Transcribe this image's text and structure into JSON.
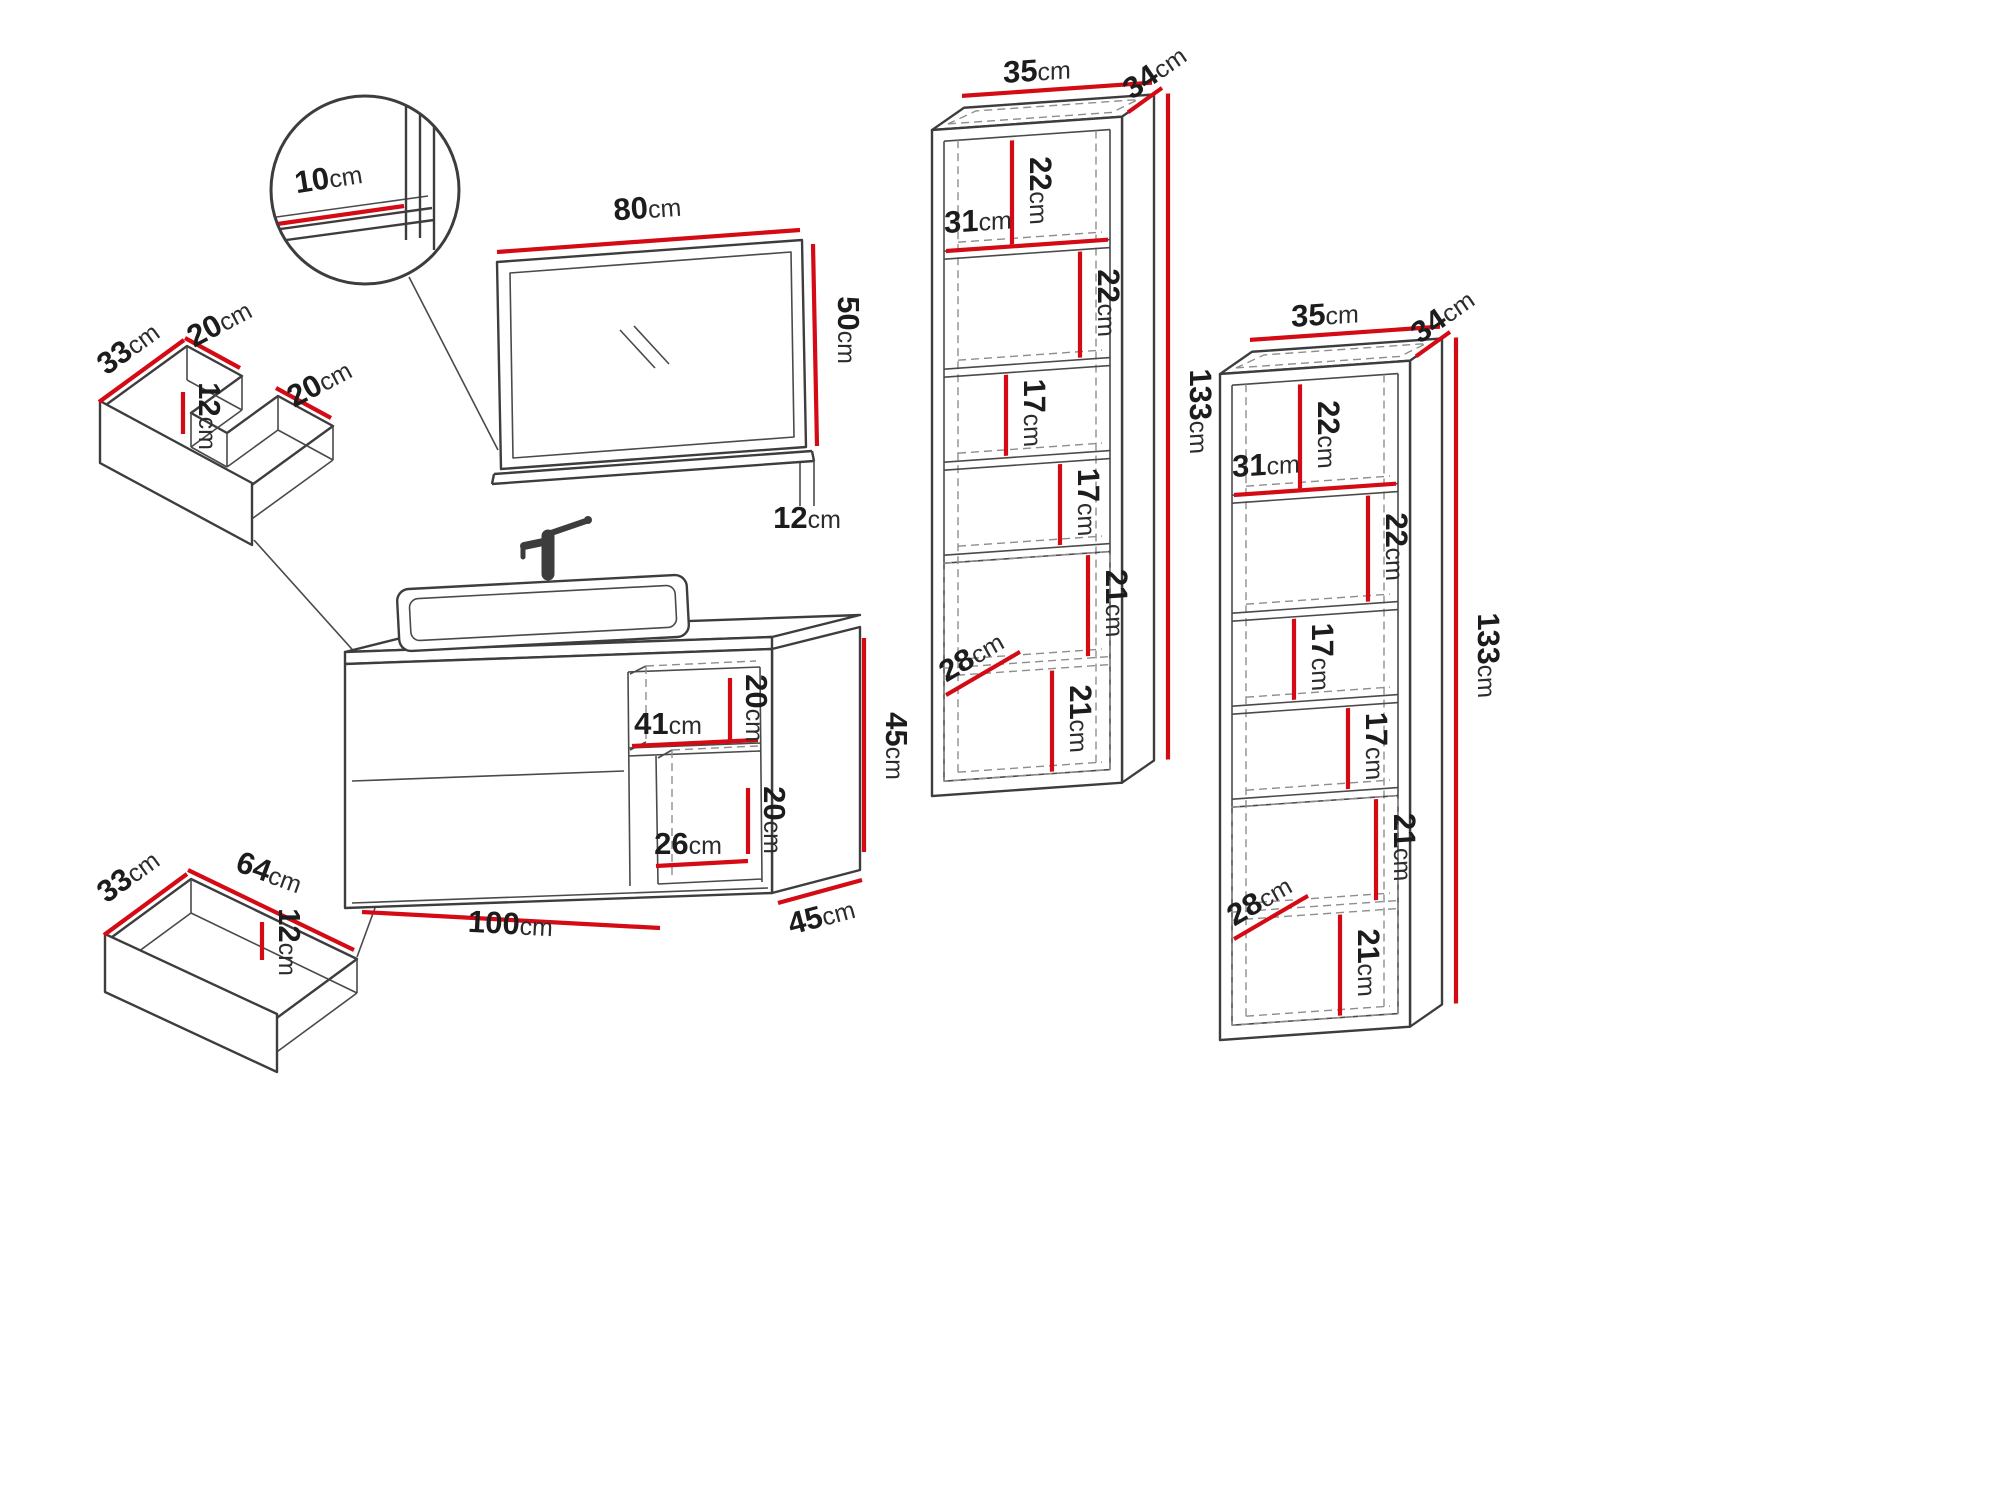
{
  "units": "cm",
  "palette": {
    "background": "#ffffff",
    "line": "#3d3d3d",
    "dimension": "#d40a14",
    "text": "#1c1c1c"
  },
  "mirror": {
    "width": "80",
    "height": "50",
    "shelf_depth": "12",
    "detail": "10"
  },
  "vanity": {
    "width": "100",
    "height": "45",
    "depth": "45",
    "niche_width": "41",
    "niche_upper_height": "20",
    "niche_lower_height": "20",
    "niche_lower_width": "26"
  },
  "small_drawer": {
    "depth": "33",
    "left_section": "20",
    "right_section": "20",
    "height": "12"
  },
  "large_drawer": {
    "depth": "33",
    "width": "64",
    "height": "12"
  },
  "tall_cabinet": {
    "width": "35",
    "top_depth": "34",
    "height": "133",
    "inner_width": "31",
    "compartment_1": "22",
    "compartment_2": "22",
    "compartment_3": "17",
    "compartment_4": "17",
    "compartment_5": "21",
    "compartment_6": "21",
    "inner_depth": "28"
  }
}
